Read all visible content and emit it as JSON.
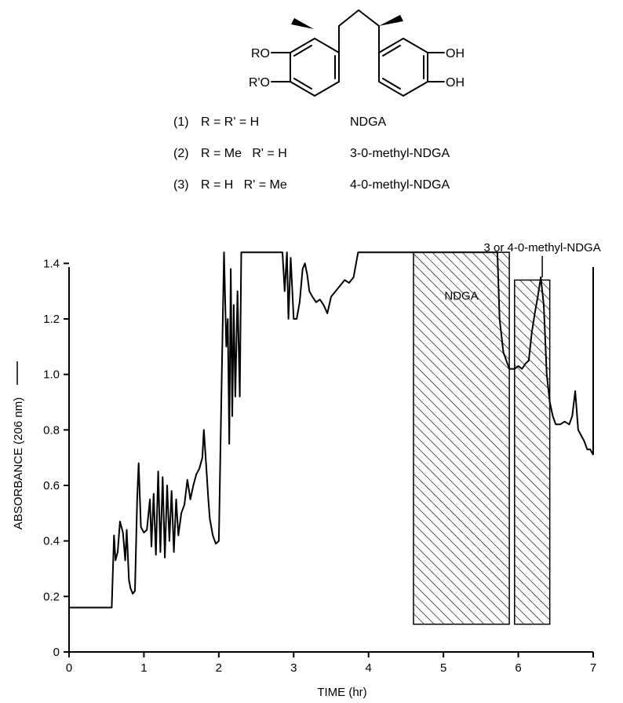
{
  "structure": {
    "atoms": {
      "ro": "RO",
      "rpo": "R'O",
      "oh1": "OH",
      "oh2": "OH"
    },
    "compounds": [
      {
        "number": "(1)",
        "substituents": "R = R' = H",
        "name": "NDGA"
      },
      {
        "number": "(2)",
        "substituents": "R = Me   R' = H",
        "name": "3-0-methyl-NDGA"
      },
      {
        "number": "(3)",
        "substituents": "R = H   R' = Me",
        "name": "4-0-methyl-NDGA"
      }
    ]
  },
  "chart_data": {
    "type": "line",
    "title": "",
    "xlabel": "TIME (hr)",
    "ylabel": "ABSORBANCE (206 nm)",
    "xlim": [
      0,
      7
    ],
    "ylim": [
      0,
      1.5
    ],
    "xticks": [
      "0",
      "1",
      "2",
      "3",
      "4",
      "5",
      "6",
      "7"
    ],
    "yticks": [
      "0",
      "0.2",
      "0.4",
      "0.6",
      "0.8",
      "1.0",
      "1.2",
      "1.4"
    ],
    "grid": false,
    "series": [
      {
        "x": [
          0,
          0.57,
          0.6,
          0.62,
          0.65,
          0.68,
          0.72,
          0.75,
          0.77,
          0.8,
          0.82,
          0.85,
          0.88,
          0.91,
          0.93,
          0.96,
          1.0,
          1.04,
          1.08,
          1.1,
          1.13,
          1.16,
          1.19,
          1.22,
          1.25,
          1.28,
          1.31,
          1.34,
          1.37,
          1.4,
          1.43,
          1.46,
          1.5,
          1.54,
          1.58,
          1.62,
          1.66,
          1.7,
          1.74,
          1.78,
          1.8,
          1.83,
          1.86,
          1.88,
          1.92,
          1.96,
          2.0,
          2.03,
          2.07,
          2.1,
          2.12,
          2.14,
          2.16,
          2.18,
          2.2,
          2.22,
          2.25,
          2.28,
          2.3,
          2.33,
          2.36,
          2.5,
          2.7,
          2.85,
          2.88,
          2.91,
          2.93,
          2.96,
          3.0,
          3.04,
          3.08,
          3.12,
          3.15,
          3.18,
          3.21,
          3.25,
          3.3,
          3.35,
          3.4,
          3.45,
          3.5,
          3.56,
          3.62,
          3.68,
          3.74,
          3.8,
          3.86,
          4.0,
          4.6,
          5.5,
          5.72,
          5.75,
          5.8,
          5.88,
          5.95,
          6.0,
          6.05,
          6.1,
          6.14,
          6.18,
          6.22,
          6.26,
          6.3,
          6.34,
          6.38,
          6.42,
          6.46,
          6.5,
          6.56,
          6.62,
          6.68,
          6.72,
          6.76,
          6.8,
          6.84,
          6.88,
          6.92,
          6.96,
          7.0
        ],
        "y": [
          0.16,
          0.16,
          0.42,
          0.33,
          0.36,
          0.47,
          0.43,
          0.33,
          0.44,
          0.26,
          0.23,
          0.21,
          0.22,
          0.55,
          0.68,
          0.45,
          0.43,
          0.44,
          0.55,
          0.38,
          0.57,
          0.35,
          0.65,
          0.36,
          0.63,
          0.34,
          0.6,
          0.4,
          0.58,
          0.36,
          0.55,
          0.42,
          0.5,
          0.53,
          0.62,
          0.55,
          0.6,
          0.64,
          0.66,
          0.7,
          0.8,
          0.68,
          0.55,
          0.48,
          0.42,
          0.39,
          0.4,
          0.85,
          1.44,
          1.1,
          1.2,
          0.75,
          1.38,
          0.85,
          1.25,
          0.92,
          1.3,
          0.92,
          1.44,
          1.44,
          1.44,
          1.44,
          1.44,
          1.44,
          1.3,
          1.44,
          1.2,
          1.42,
          1.2,
          1.2,
          1.26,
          1.38,
          1.4,
          1.36,
          1.3,
          1.28,
          1.26,
          1.27,
          1.25,
          1.22,
          1.28,
          1.3,
          1.32,
          1.34,
          1.33,
          1.35,
          1.44,
          1.44,
          1.44,
          1.44,
          1.44,
          1.2,
          1.08,
          1.02,
          1.02,
          1.03,
          1.02,
          1.04,
          1.05,
          1.15,
          1.22,
          1.28,
          1.35,
          1.25,
          1.0,
          0.9,
          0.85,
          0.82,
          0.82,
          0.83,
          0.82,
          0.85,
          0.94,
          0.8,
          0.78,
          0.76,
          0.73,
          0.73,
          0.71
        ]
      }
    ],
    "shaded_regions": [
      {
        "label": "NDGA",
        "x": [
          4.6,
          5.88
        ],
        "y": [
          0.1,
          1.44
        ]
      },
      {
        "label": "3 or 4-0-methyl-NDGA",
        "x": [
          5.95,
          6.42
        ],
        "y": [
          0.1,
          1.34
        ]
      }
    ]
  }
}
